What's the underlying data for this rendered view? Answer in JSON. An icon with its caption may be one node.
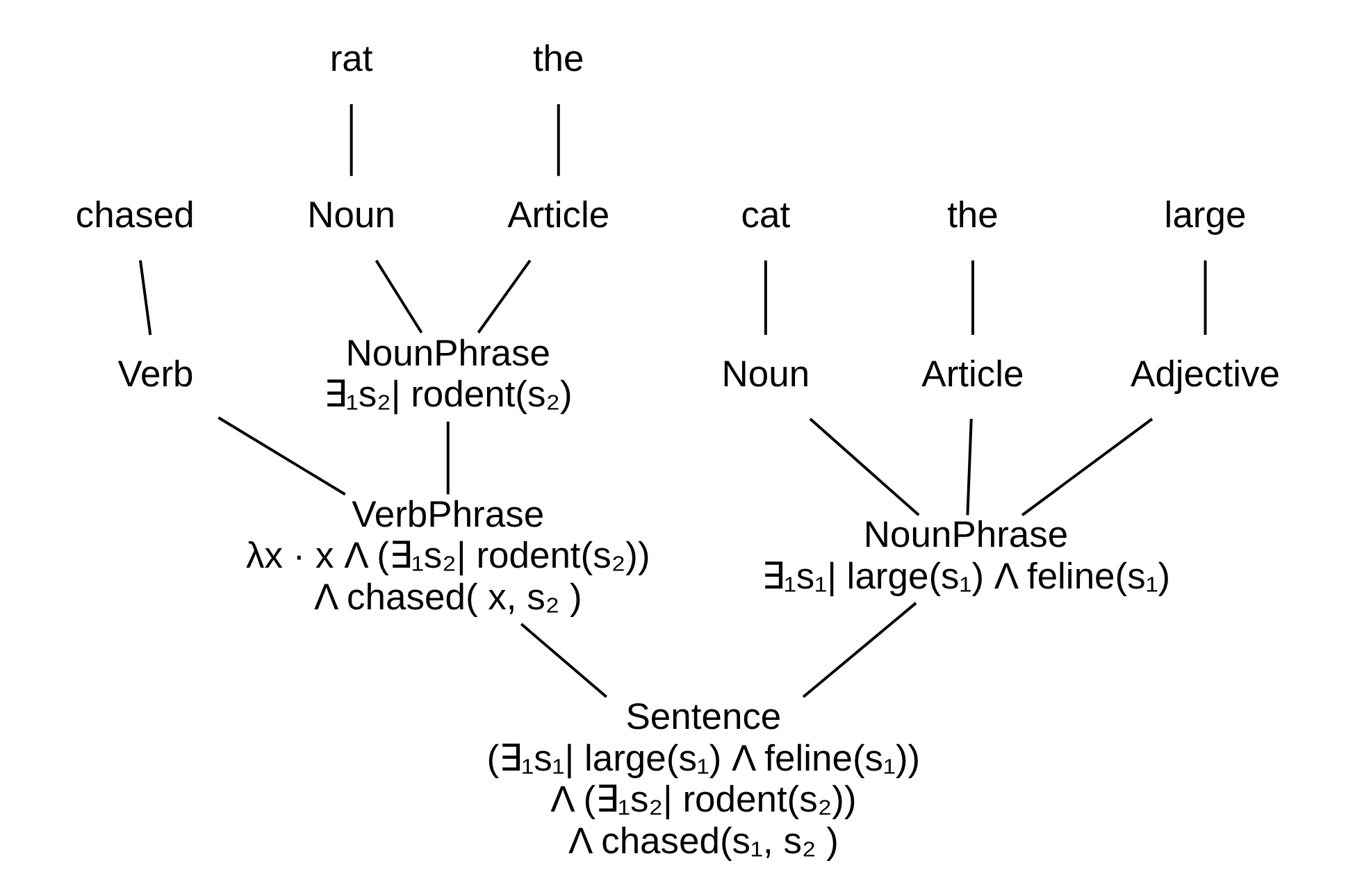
{
  "diagram": {
    "nodes": [
      {
        "text": [
          "the"
        ]
      },
      {
        "text": [
          "large"
        ]
      },
      {
        "text": [
          "cat"
        ]
      },
      {
        "text": [
          "chased"
        ]
      },
      {
        "text": [
          "the"
        ]
      },
      {
        "text": [
          "rat"
        ]
      },
      {
        "text": [
          "Article"
        ]
      },
      {
        "text": [
          "Adjective"
        ]
      },
      {
        "text": [
          "Noun"
        ]
      },
      {
        "text": [
          "Verb"
        ]
      },
      {
        "text": [
          "Article"
        ]
      },
      {
        "text": [
          "Noun"
        ]
      },
      {
        "text": [
          "NounPhrase",
          "∃₁s₁| large(s₁) Λ feline(s₁)"
        ]
      },
      {
        "text": [
          "NounPhrase",
          "∃₁s₂| rodent(s₂)"
        ]
      },
      {
        "text": [
          "VerbPhrase",
          "λx · x Λ (∃₁s₂| rodent(s₂))",
          "Λ chased( x, s₂ )"
        ]
      },
      {
        "text": [
          "Sentence",
          "(∃₁s₁| large(s₁) Λ feline(s₁))",
          "Λ (∃₁s₂| rodent(s₂))",
          "Λ chased(s₁, s₂ )"
        ]
      }
    ],
    "edges": [
      {
        "from": 0,
        "to": 6,
        "arrow": "none"
      },
      {
        "from": 1,
        "to": 7,
        "arrow": "none"
      },
      {
        "from": 2,
        "to": 8,
        "arrow": "none"
      },
      {
        "from": 3,
        "to": 9,
        "arrow": "none"
      },
      {
        "from": 4,
        "to": 10,
        "arrow": "none"
      },
      {
        "from": 5,
        "to": 11,
        "arrow": "none"
      },
      {
        "from": 6,
        "to": 12,
        "arrow": "none"
      },
      {
        "from": 7,
        "to": 12,
        "arrow": "none"
      },
      {
        "from": 8,
        "to": 12,
        "arrow": "none"
      },
      {
        "from": 10,
        "to": 13,
        "arrow": "none"
      },
      {
        "from": 11,
        "to": 13,
        "arrow": "none"
      },
      {
        "from": 9,
        "to": 14,
        "arrow": "none"
      },
      {
        "from": 13,
        "to": 14,
        "arrow": "none"
      },
      {
        "from": 12,
        "to": 15,
        "arrow": "none"
      },
      {
        "from": 14,
        "to": 15,
        "arrow": "none"
      }
    ]
  }
}
